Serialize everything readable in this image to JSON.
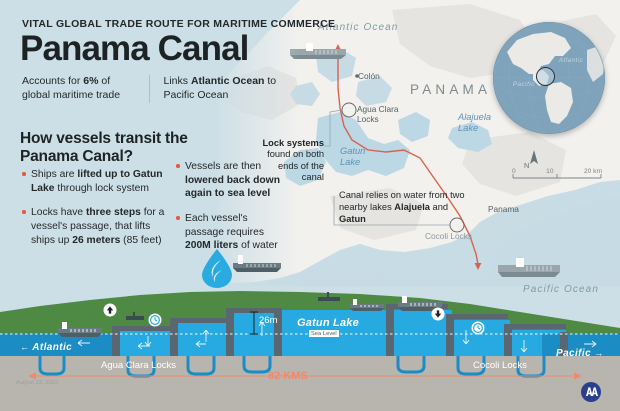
{
  "header": {
    "kicker": "VITAL GLOBAL TRADE ROUTE FOR MARITIME COMMERCE",
    "title": "Panama Canal",
    "stat_left_pre": "Accounts for ",
    "stat_left_bold": "6%",
    "stat_left_post": " of global maritime trade",
    "stat_right_pre": "Links ",
    "stat_right_bold": "Atlantic Ocean",
    "stat_right_post": " to Pacific Ocean",
    "question": "How vessels transit the Panama Canal?"
  },
  "bullets_left": [
    {
      "seg1": "Ships are ",
      "bold1": "lifted up to Gatun Lake",
      "seg2": " through lock system"
    },
    {
      "seg1": "Locks have ",
      "bold1": "three steps",
      "seg2": " for a vessel's passage, that lifts ships up ",
      "bold2": "26 meters",
      "seg3": " (85 feet)"
    }
  ],
  "bullets_right": [
    {
      "seg1": "Vessels are then ",
      "bold1": "lowered back down again to sea level",
      "seg2": ""
    },
    {
      "seg1": "Each vessel's passage requires ",
      "bold1": "200M liters",
      "seg2": " of water"
    }
  ],
  "map": {
    "ocean_atlantic": "Atlantic Ocean",
    "ocean_pacific": "Pacific Ocean",
    "country": "PANAMA",
    "city_colon": "Colón",
    "locks_agua_clara": "Agua Clara Locks",
    "lake_gatun": "Gatun Lake",
    "lake_alajuela": "Alajuela Lake",
    "city_panama": "Panama",
    "locks_cocoli": "Cocoli Locks",
    "callout_locks_bold": "Lock systems",
    "callout_locks_rest": " found on both ends of the canal",
    "callout_water_pre": "Canal relies on water from two nearby lakes ",
    "callout_water_b1": "Alajuela",
    "callout_water_mid": " and ",
    "callout_water_b2": "Gatun",
    "compass_n": "N",
    "scale_0": "0",
    "scale_10": "10",
    "scale_20": "20 km"
  },
  "globe": {
    "label_atlantic": "Atlantic",
    "label_pacific": "Pacific"
  },
  "cross_section": {
    "atlantic": "Atlantic",
    "pacific": "Pacific",
    "gatun_lake": "Gatun Lake",
    "height_label": "26m",
    "sea_level": "Sea Level",
    "agua_clara_locks": "Agua Clara Locks",
    "cocoli_locks": "Cocoli Locks",
    "distance": "82 KMS"
  },
  "footer": {
    "date": "August 23, 2023",
    "agency": "AA"
  },
  "colors": {
    "bullet_accent": "#e8563f",
    "water": "#27a9e1",
    "deep_water": "#1b8cc4",
    "land_green": "#4f8a45",
    "ground": "#b8b5ae",
    "sky": "#cddfe6",
    "route": "#d9624f",
    "drop": "#29abe2",
    "logo": "#2b3f8f"
  }
}
